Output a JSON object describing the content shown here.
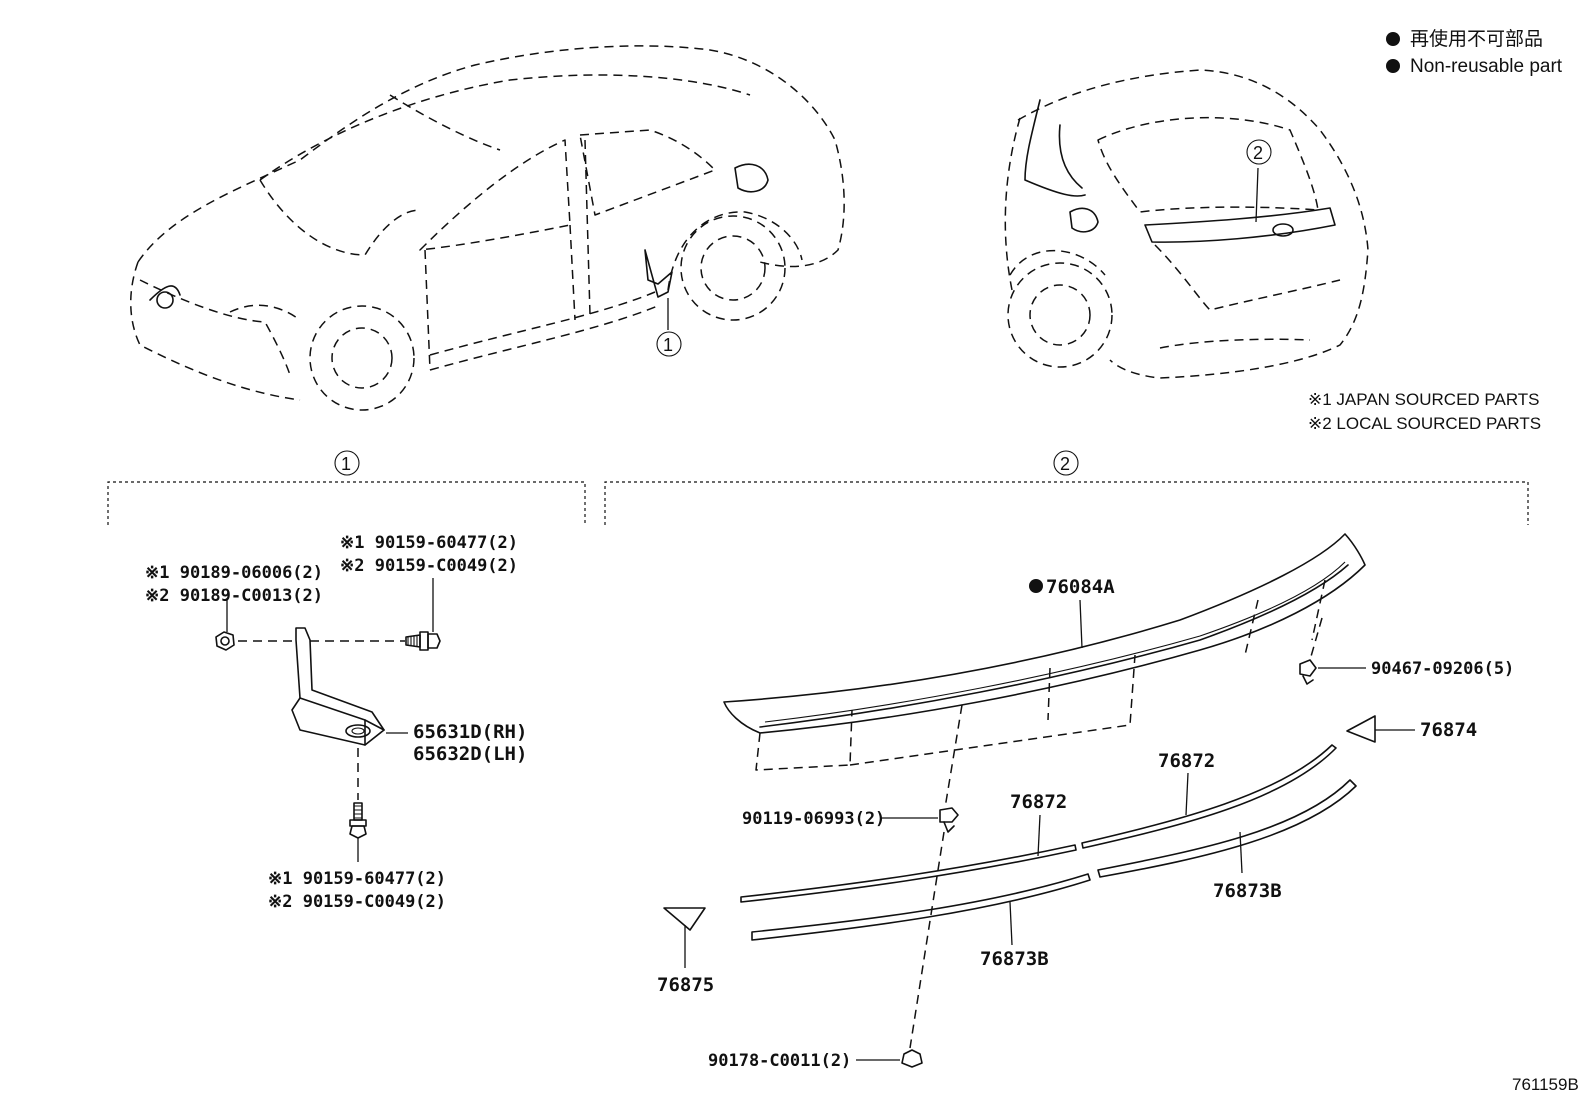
{
  "legend": {
    "line1": "再使用不可部品",
    "line2": "Non-reusable part"
  },
  "notes": {
    "note1": "※1  JAPAN SOURCED PARTS",
    "note2": "※2  LOCAL SOURCED PARTS"
  },
  "callouts": {
    "one": "1",
    "two": "2"
  },
  "group1": {
    "p_90189_06006": "※1 90189-06006(2)",
    "p_90189_C0013": "※2 90189-C0013(2)",
    "p_90159_60477_top": "※1 90159-60477(2)",
    "p_90159_C0049_top": "※2 90159-C0049(2)",
    "p_65631D": "65631D(RH)",
    "p_65632D": "65632D(LH)",
    "p_90159_60477_bot": "※1  90159-60477(2)",
    "p_90159_C0049_bot": "※2  90159-C0049(2)"
  },
  "group2": {
    "p_76084A": "76084A",
    "p_90467": "90467-09206(5)",
    "p_76874": "76874",
    "p_76872_a": "76872",
    "p_76872_b": "76872",
    "p_90119": "90119-06993(2)",
    "p_76873B_a": "76873B",
    "p_76873B_b": "76873B",
    "p_76875": "76875",
    "p_90178": "90178-C0011(2)"
  },
  "figure_id": "761159B"
}
